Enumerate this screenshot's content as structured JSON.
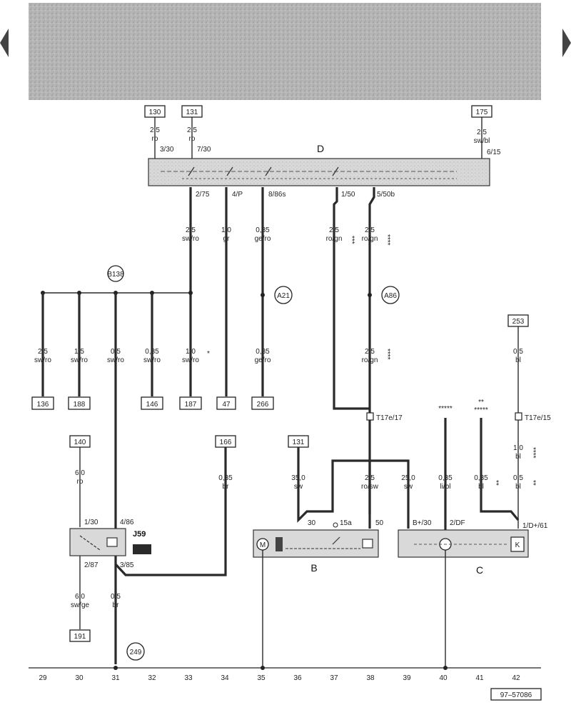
{
  "colors": {
    "wire": "#2a2a2a",
    "component_fill": "#d9d9d9",
    "header_fill": "#b3b3b3",
    "background": "#ffffff"
  },
  "nav": {
    "prev_icon": "triangle-left-icon",
    "next_icon": "triangle-right-icon"
  },
  "diagram_id": "97–57086",
  "components": {
    "D": "D",
    "J59": "J59",
    "B": "B",
    "C": "C"
  },
  "top_refs": [
    "130",
    "131",
    "175"
  ],
  "top_wires": [
    {
      "size": "2,5",
      "color": "ro",
      "pin": "3/30"
    },
    {
      "size": "2,5",
      "color": "ro",
      "pin": "7/30"
    },
    {
      "size": "2,5",
      "color": "sw/bl",
      "pin": "6/15"
    }
  ],
  "d_pins": [
    "2/75",
    "4/P",
    "8/86s",
    "1/50",
    "5/50b"
  ],
  "mid_wires": [
    {
      "size": "2,5",
      "color": "sw/ro"
    },
    {
      "size": "1,0",
      "color": "gr"
    },
    {
      "size": "0,35",
      "color": "ge/ro"
    },
    {
      "size": "2,5",
      "color": "ro/gn",
      "marker": "***"
    },
    {
      "size": "2,5",
      "color": "ro/gn",
      "marker": "****"
    }
  ],
  "connectors": {
    "b138": "B138",
    "a21": "A21",
    "a86": "A86",
    "c249": "249"
  },
  "branch_wires": [
    {
      "size": "2,5",
      "color": "sw/ro",
      "ref": "136"
    },
    {
      "size": "1,5",
      "color": "sw/ro",
      "ref": "188"
    },
    {
      "size": "0,5",
      "color": "sw/ro"
    },
    {
      "size": "0,35",
      "color": "sw/ro",
      "ref": "146"
    },
    {
      "size": "1,0",
      "color": "sw/ro",
      "ref": "187",
      "marker": "*"
    },
    {
      "ref": "47"
    },
    {
      "size": "0,35",
      "color": "ge/ro",
      "ref": "266"
    },
    {
      "size": "2,5",
      "color": "ro/gn",
      "marker": "****"
    }
  ],
  "right_top": {
    "ref": "253",
    "size": "0,5",
    "color": "bl"
  },
  "t17": {
    "a": "T17e/17",
    "b": "T17e/15"
  },
  "stars": {
    "s1": "*****",
    "s2": "**\n*****"
  },
  "lower_refs": {
    "r140": "140",
    "r166": "166",
    "r131": "131"
  },
  "lower_wires": {
    "w140": {
      "size": "6,0",
      "color": "ro"
    },
    "w166": {
      "size": "0,35",
      "color": "br"
    },
    "w131": {
      "size": "35,0",
      "color": "sw"
    },
    "w_rosw": {
      "size": "2,5",
      "color": "ro/sw"
    },
    "w25": {
      "size": "25,0",
      "color": "sw"
    },
    "w_libl": {
      "size": "0,35",
      "color": "li/bl"
    },
    "w_bl1": {
      "size": "0,35",
      "color": "bl",
      "marker": "**"
    },
    "w_bl2": {
      "size": "1,0",
      "color": "bl",
      "marker": "****"
    },
    "w_bl3": {
      "size": "0,5",
      "color": "bl",
      "marker": "**"
    }
  },
  "j59_pins": [
    "1/30",
    "4/86",
    "2/87",
    "3/85"
  ],
  "b_pins": [
    "30",
    "15a",
    "50"
  ],
  "c_pins": [
    "B+/30",
    "2/DF",
    "1/D+/61"
  ],
  "bottom_wires": [
    {
      "size": "6,0",
      "color": "sw/ge",
      "ref": "191"
    },
    {
      "size": "0,5",
      "color": "br"
    }
  ],
  "track_numbers": [
    "29",
    "30",
    "31",
    "32",
    "33",
    "34",
    "35",
    "36",
    "37",
    "38",
    "39",
    "40",
    "41",
    "42"
  ]
}
